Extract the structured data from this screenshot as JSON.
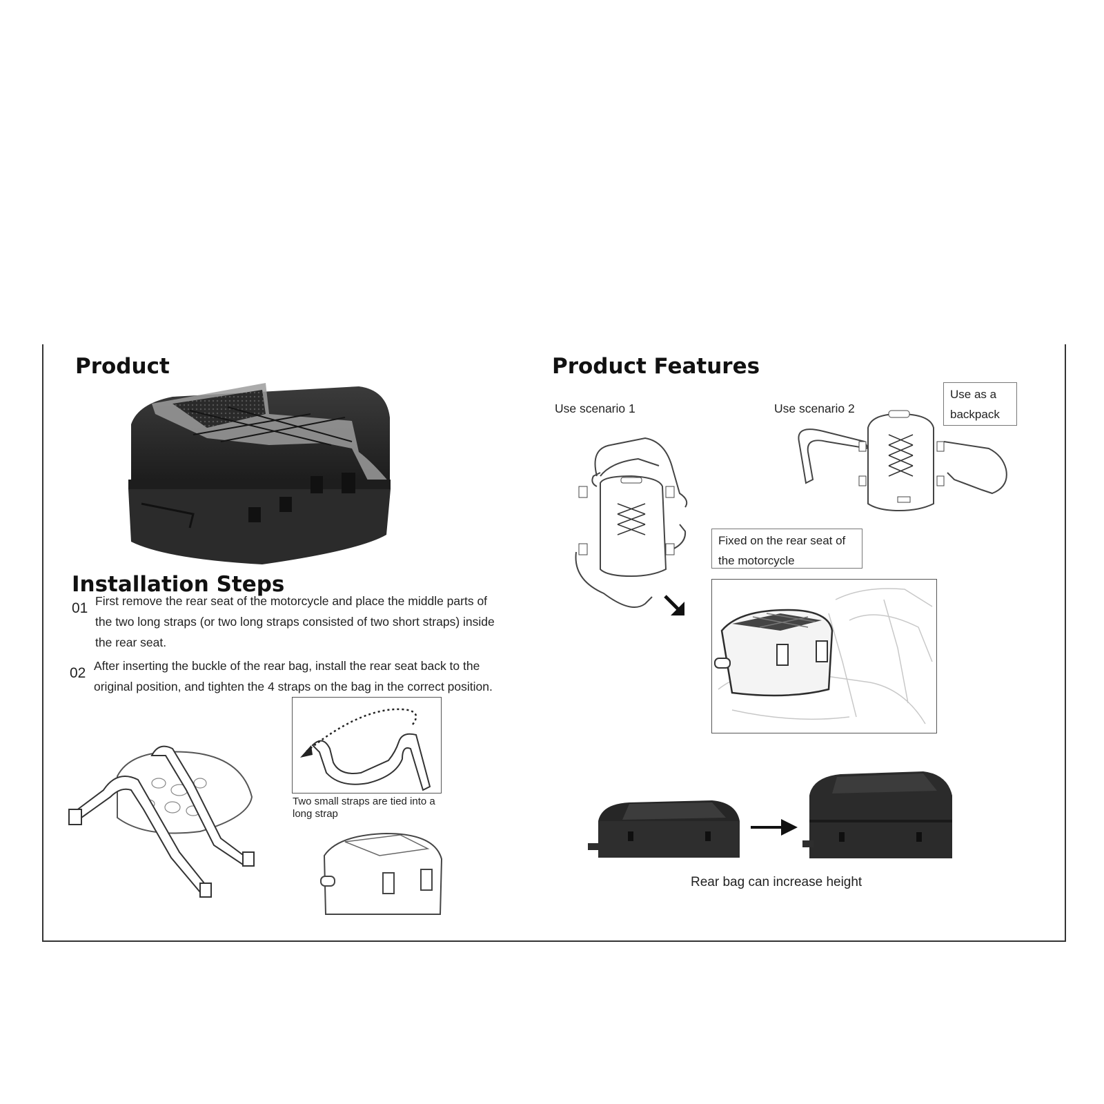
{
  "product": {
    "heading": "Product"
  },
  "features": {
    "heading": "Product Features",
    "scenario1": "Use scenario 1",
    "scenario2": "Use scenario 2",
    "backpack_label": "Use as a backpack",
    "rear_seat_label": "Fixed on the rear seat of the motorcycle",
    "height_caption": "Rear bag can increase height"
  },
  "installation": {
    "heading": "Installation Steps",
    "steps": [
      {
        "num": "01",
        "text": "First remove the rear seat of the motorcycle and place the middle parts of the two long straps (or two long straps consisted of two short straps) inside the rear seat."
      },
      {
        "num": "02",
        "text": "After inserting the buckle of the rear bag, install the rear seat back to the original position, and tighten the 4 straps on the bag in the correct position."
      }
    ],
    "strap_caption": "Two small straps are tied into a long strap"
  },
  "icons": [
    "arrow-down-right-icon",
    "arrow-right-icon",
    "dotted-arrow-icon"
  ],
  "colors": {
    "border": "#333333",
    "bag_body": "#2b2b2b",
    "bag_accent": "#a9a9a9"
  }
}
